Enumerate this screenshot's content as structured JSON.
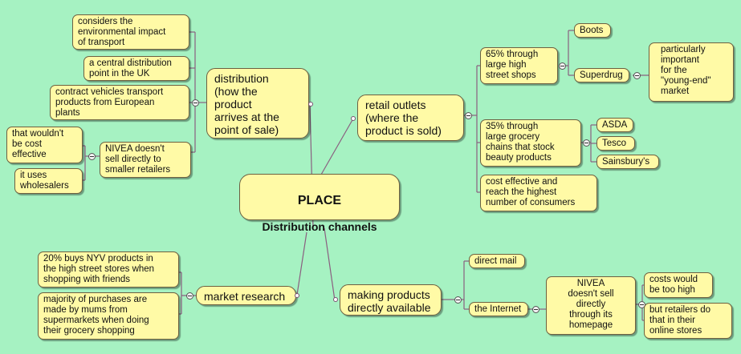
{
  "center": {
    "title": "PLACE",
    "subtitle": "Distribution channels"
  },
  "distribution": {
    "label": "distribution\n(how the\nproduct\narrives at the\npoint of sale)",
    "items": [
      "considers the\nenvironmental impact\nof transport",
      "a central distribution\npoint in the UK",
      "contract vehicles transport\nproducts from European\nplants",
      "NIVEA doesn't\nsell directly to\nsmaller retailers"
    ],
    "nivea_children": [
      "that wouldn't\nbe cost\neffective",
      "it uses\nwholesalers"
    ]
  },
  "retail": {
    "label": "retail outlets\n(where the\nproduct is sold)",
    "items": [
      "65% through\nlarge high\nstreet shops",
      "35% through\nlarge grocery\nchains that stock\nbeauty products",
      "cost effective and\nreach the highest\nnumber of consumers"
    ],
    "high_street": [
      "Boots",
      "Superdrug"
    ],
    "superdrug_note": "particularly\nimportant\nfor the\n\"young-end\"\nmarket",
    "grocery": [
      "ASDA",
      "Tesco",
      "Sainsbury's"
    ]
  },
  "research": {
    "label": "market research",
    "items": [
      "20% buys NYV products in\nthe high street stores when\nshopping with friends",
      "majority of purchases are\nmade by mums from\nsupermarkets when doing\ntheir grocery shopping"
    ]
  },
  "direct": {
    "label": "making products\ndirectly available",
    "items": [
      "direct mail",
      "the Internet"
    ],
    "internet_note": "NIVEA\ndoesn't sell\ndirectly\nthrough its\nhomepage",
    "nivea_reasons": [
      "costs would\nbe too high",
      "but retailers do\nthat in their\nonline stores"
    ]
  },
  "colors": {
    "background": "#a6f2c2",
    "node_fill": "#fffaa6",
    "border": "#6d6040",
    "connector": "#8a5f80"
  }
}
